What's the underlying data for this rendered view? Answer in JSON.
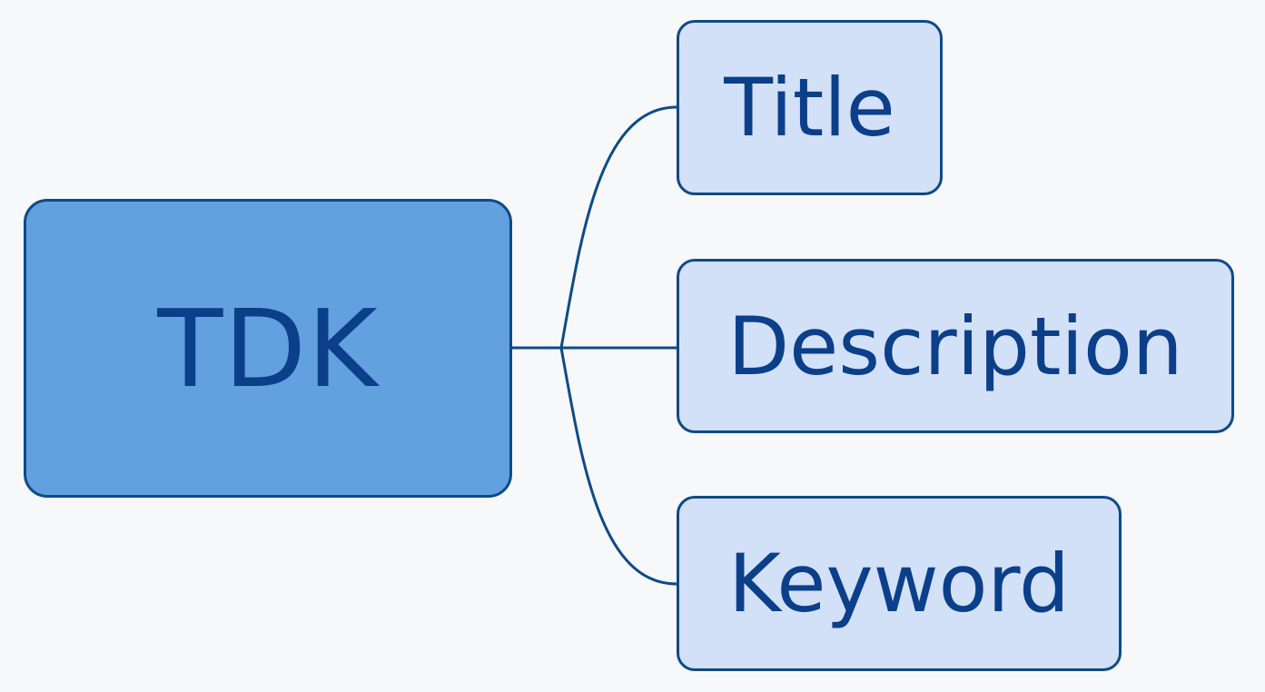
{
  "diagram": {
    "root": {
      "label": "TDK"
    },
    "children": [
      {
        "label": "Title"
      },
      {
        "label": "Description"
      },
      {
        "label": "Keyword"
      }
    ],
    "colors": {
      "background": "#f7f8fa",
      "root_fill": "#62a0e0",
      "child_fill": "#d2e0f8",
      "stroke": "#0e4a88",
      "text": "#0b3f8a"
    }
  }
}
